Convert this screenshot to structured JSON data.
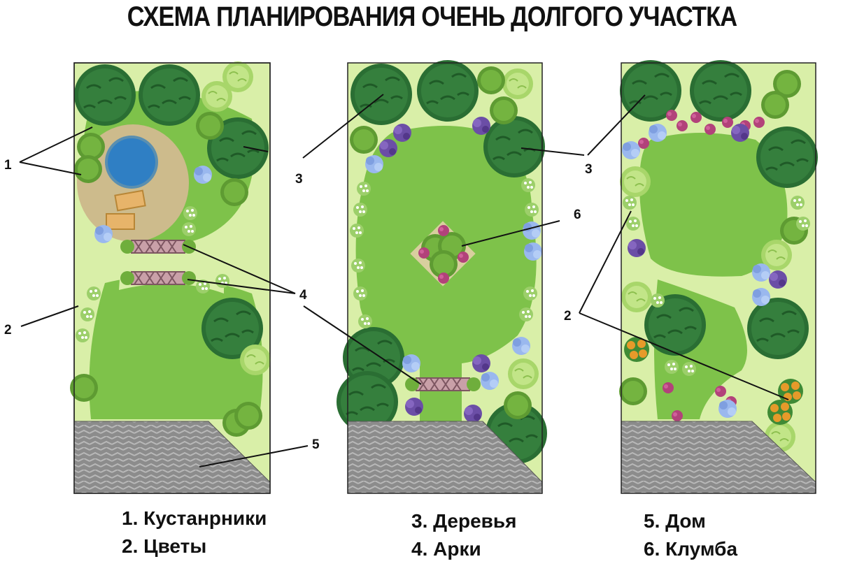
{
  "title": "СХЕМА ПЛАНИРОВАНИЯ ОЧЕНЬ ДОЛГОГО УЧАСТКА",
  "legend": [
    {
      "text": "1. Кустанрники"
    },
    {
      "text": "2. Цветы"
    },
    {
      "text": "3. Деревья"
    },
    {
      "text": "4. Арки"
    },
    {
      "text": "5. Дом"
    },
    {
      "text": "6. Клумба"
    }
  ],
  "callouts": [
    "1",
    "2",
    "3",
    "4",
    "5",
    "6"
  ],
  "colors": {
    "lawn": "#7ec24a",
    "border": "#d9efa8",
    "tree": "#2f7a3a",
    "shrub": "#6aa83a",
    "pond": "#2f7fc4",
    "patio": "#cdbb8c",
    "house": "#8f8f8f",
    "blue_flowers": "#8fb0e8",
    "purple_flowers": "#6b4ea6",
    "pink_flowers": "#b2427a",
    "orange_flowers": "#e69a2a"
  }
}
